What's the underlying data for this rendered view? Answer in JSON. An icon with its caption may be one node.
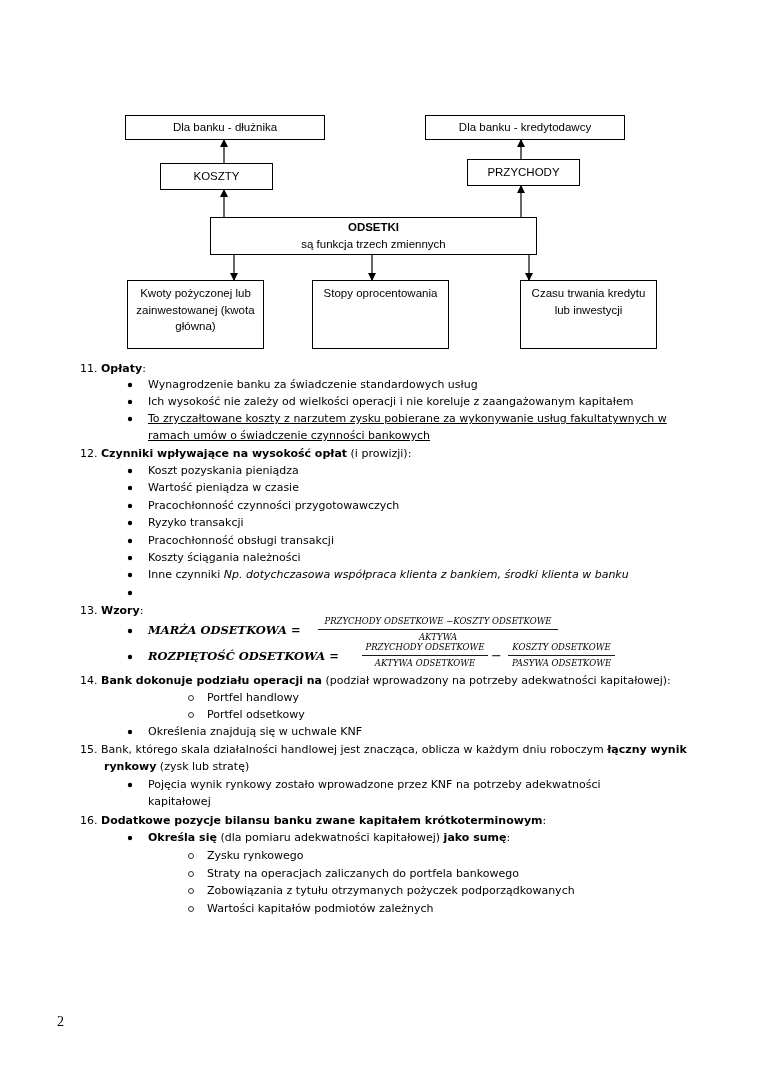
{
  "diagram": {
    "nodes": [
      {
        "text": [
          "Dla banku - dłużnika"
        ]
      },
      {
        "text": [
          "Dla banku - kredytodawcy"
        ]
      },
      {
        "text": [
          "KOSZTY"
        ]
      },
      {
        "text": [
          "PRZYCHODY"
        ]
      },
      {
        "text": [
          "ODSETKI",
          "są funkcja trzech zmiennych"
        ]
      },
      {
        "text": [
          "Kwoty pożyczonej lub zainwestowanej (kwota główna)"
        ]
      },
      {
        "text": [
          "Stopy oprocentowania"
        ]
      },
      {
        "text": [
          "Czasu trwania kredytu lub inwestycji"
        ]
      }
    ],
    "edges": [
      {
        "from": 4,
        "to": 2,
        "arrow": "to"
      },
      {
        "from": 2,
        "to": 0,
        "arrow": "to"
      },
      {
        "from": 4,
        "to": 3,
        "arrow": "to"
      },
      {
        "from": 3,
        "to": 1,
        "arrow": "to"
      },
      {
        "from": 4,
        "to": 5,
        "arrow": "to"
      },
      {
        "from": 4,
        "to": 6,
        "arrow": "to"
      },
      {
        "from": 4,
        "to": 7,
        "arrow": "to"
      }
    ],
    "labels": [
      "11. **Opłaty**:",
      "Wynagrodzenie banku za świadczenie standardowych usług",
      "Ich wysokość nie zależy od wielkości operacji i nie koreluje z zaangażowanym kapitałem",
      "To zryczałtowane koszty z narzutem zysku pobierane za wykonywanie usług fakultatywnych w ramach umów o świadczenie czynności bankowych",
      "12. **Czynniki wpływające na wysokość opłat** (i prowizji):",
      "Koszt pozyskania pieniądza",
      "Wartość pieniądza w czasie",
      "Pracochłonność czynności przygotowawczych",
      "Ryzyko transakcji",
      "Pracochłonność obsługi transakcji",
      "Koszty ściągania należności",
      "Inne czynniki *Np. dotychczasowa współpraca klienta z bankiem, środki klienta w banku*",
      "13. **Wzory**:",
      "MARŻA ODSETKOWA =",
      "PRZYCHODY ODSETKOWE −KOSZTY ODSETKOWE",
      "AKTYWA",
      "ROZPIĘTOŚĆ ODSETKOWA =",
      "PRZYCHODY ODSETKOWE",
      "AKTYWA ODSETKOWE",
      "−",
      "KOSZTY ODSETKOWE",
      "PASYWA ODSETKOWE",
      "14. **Bank dokonuje podziału operacji na** (podział wprowadzony na potrzeby adekwatności kapitałowej):",
      "Portfel handlowy",
      "Portfel odsetkowy",
      "Określenia znajdują się w uchwale KNF",
      "15. Bank, którego skala działalności handlowej jest znacząca, oblicza w każdym dniu roboczym **łączny wynik rynkowy** (zysk lub stratę)",
      "Pojęcia wynik rynkowy zostało wprowadzone przez KNF na potrzeby adekwatności kapitałowej",
      "16. **Dodatkowe pozycje bilansu banku zwane kapitałem krótkoterminowym**:",
      "**Określa się** (dla pomiaru adekwatności kapitałowej) **jako sumę**:",
      "Zysku rynkowego",
      "Straty na operacjach zaliczanych do portfela bankowego",
      "Zobowiązania z tytułu otrzymanych pożyczek podporządkowanych",
      "Wartości kapitałów podmiotów zależnych",
      "2"
    ]
  }
}
